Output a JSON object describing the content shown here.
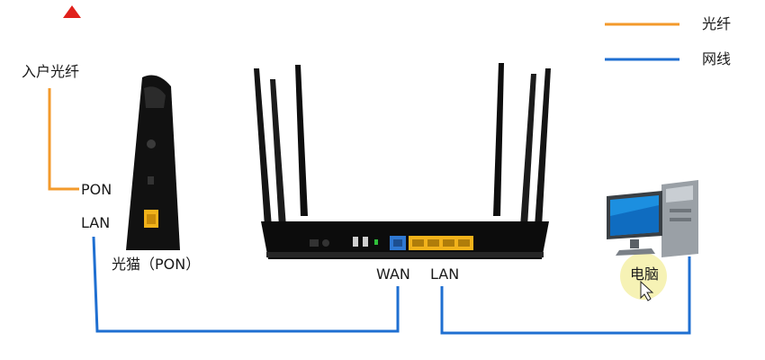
{
  "legend": {
    "fiber": {
      "label": "光纤",
      "color": "#f39a2b"
    },
    "cable": {
      "label": "网线",
      "color": "#1f6fd1"
    }
  },
  "labels": {
    "incoming_fiber": "入户光纤",
    "modem_pon_port": "PON",
    "modem_lan_port": "LAN",
    "modem_name": "光猫（PON）",
    "router_wan": "WAN",
    "router_lan": "LAN",
    "computer": "电脑"
  },
  "colors": {
    "warning_marker": "#e0201b",
    "device_black": "#111111",
    "router_yellow_ports": "#f2b21a",
    "router_blue_port": "#2f78d2",
    "computer_highlight": "#f5f0a8"
  }
}
